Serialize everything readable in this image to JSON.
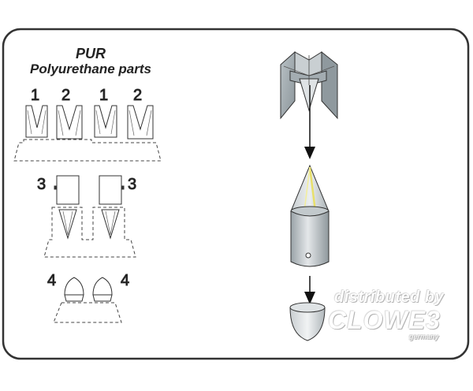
{
  "title": {
    "line1": "PUR",
    "line2": "Polyurethane parts"
  },
  "parts": {
    "row1_labels": [
      "1",
      "2",
      "1",
      "2"
    ],
    "row2_labels": [
      "3",
      "3"
    ],
    "row3_labels": [
      "4",
      "4"
    ]
  },
  "watermark": {
    "line1": "distributed by",
    "brand": "CLOWE3",
    "sub": "germany"
  }
}
